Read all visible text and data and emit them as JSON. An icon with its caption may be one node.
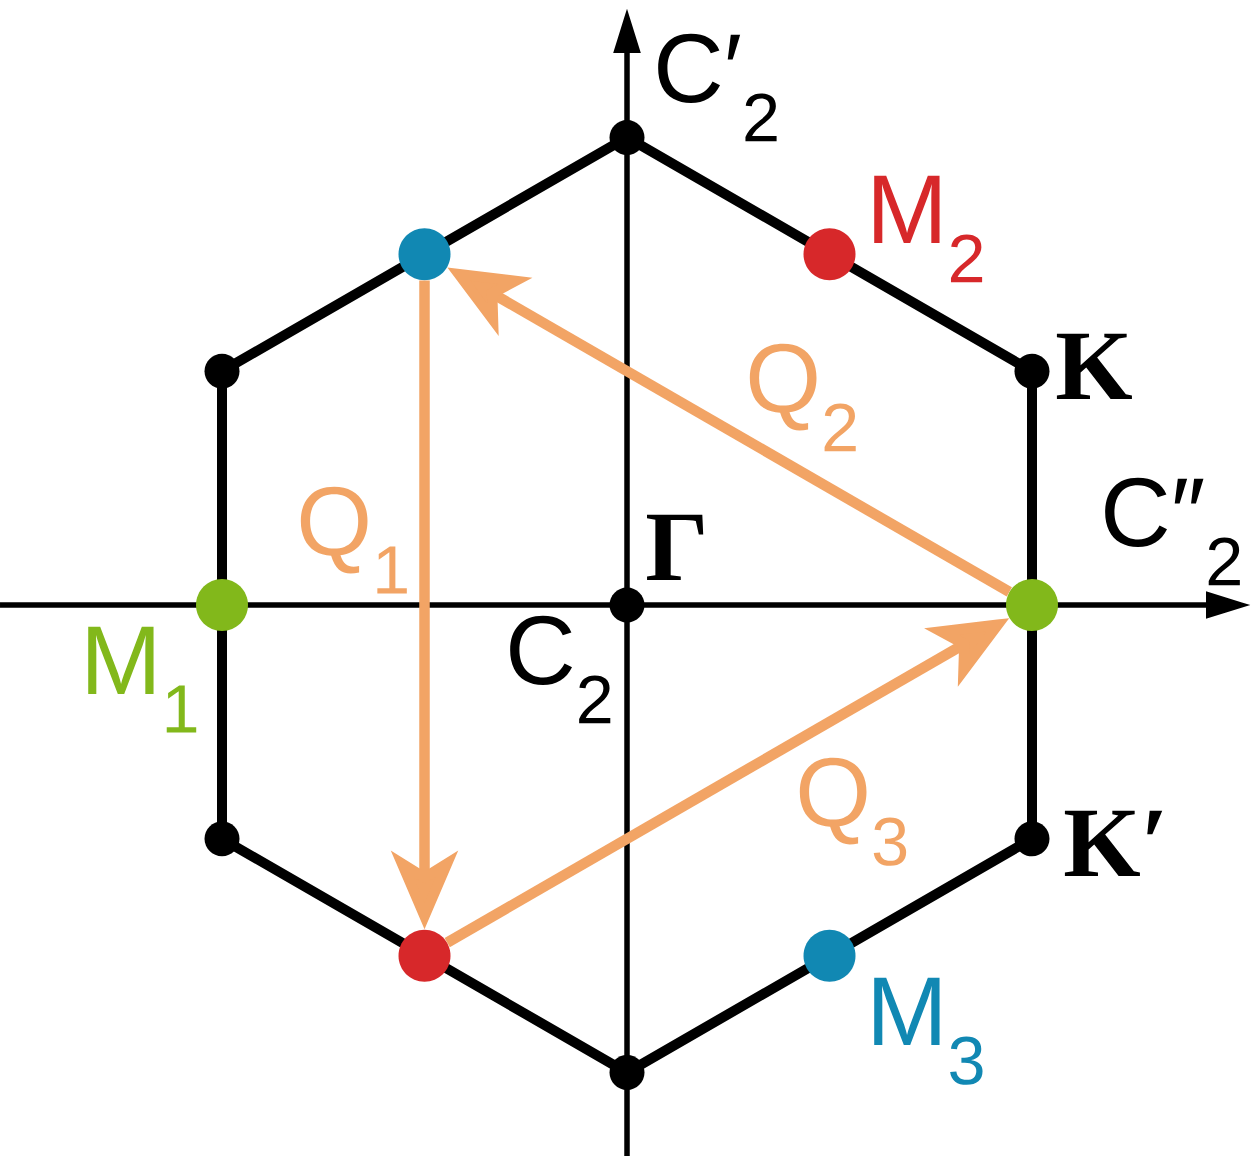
{
  "diagram": {
    "nodes": [
      {
        "text": [],
        "shape": "circle"
      },
      {
        "text": [],
        "shape": "circle",
        "beside": [
          "M$_{2}$"
        ]
      },
      {
        "text": [],
        "shape": "circle",
        "beside": [
          "M$_{1}$"
        ]
      },
      {
        "text": [],
        "shape": "circle"
      },
      {
        "text": [],
        "shape": "circle"
      },
      {
        "text": [],
        "shape": "circle",
        "beside": [
          "M$_{3}$"
        ]
      }
    ],
    "edges": [
      {
        "from": 0,
        "to": 4,
        "arrow": "to",
        "label": "Q$_{1}$"
      },
      {
        "from": 3,
        "to": 0,
        "arrow": "to",
        "label": "Q$_{2}$"
      },
      {
        "from": 4,
        "to": 3,
        "arrow": "to",
        "label": "Q$_{3}$"
      }
    ],
    "labels": [
      "C′$_{2}$",
      "K",
      "Γ",
      "C″$_{2}$",
      "C$_{2}$",
      "K′"
    ]
  }
}
